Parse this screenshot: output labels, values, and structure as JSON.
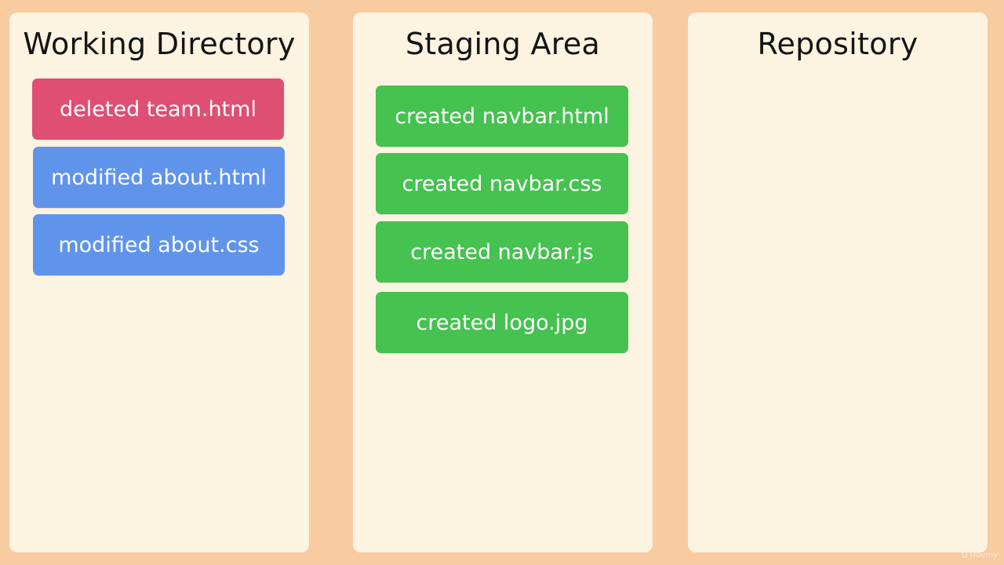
{
  "columns": [
    {
      "title": "Working Directory",
      "cards": [
        {
          "label": "deleted team.html",
          "status": "deleted"
        },
        {
          "label": "modified about.html",
          "status": "modified"
        },
        {
          "label": "modified about.css",
          "status": "modified"
        }
      ]
    },
    {
      "title": "Staging Area",
      "cards": [
        {
          "label": "created navbar.html",
          "status": "created"
        },
        {
          "label": "created navbar.css",
          "status": "created"
        },
        {
          "label": "created navbar.js",
          "status": "created"
        },
        {
          "label": "created logo.jpg",
          "status": "created"
        }
      ]
    },
    {
      "title": "Repository",
      "cards": []
    }
  ],
  "colors": {
    "background": "#f8cba1",
    "panel": "#fdf3e1",
    "deleted": "#de4f73",
    "modified": "#6094ea",
    "created": "#45c24f"
  },
  "watermark": {
    "text": "Udemy",
    "icon": "udemy-logo-icon"
  }
}
